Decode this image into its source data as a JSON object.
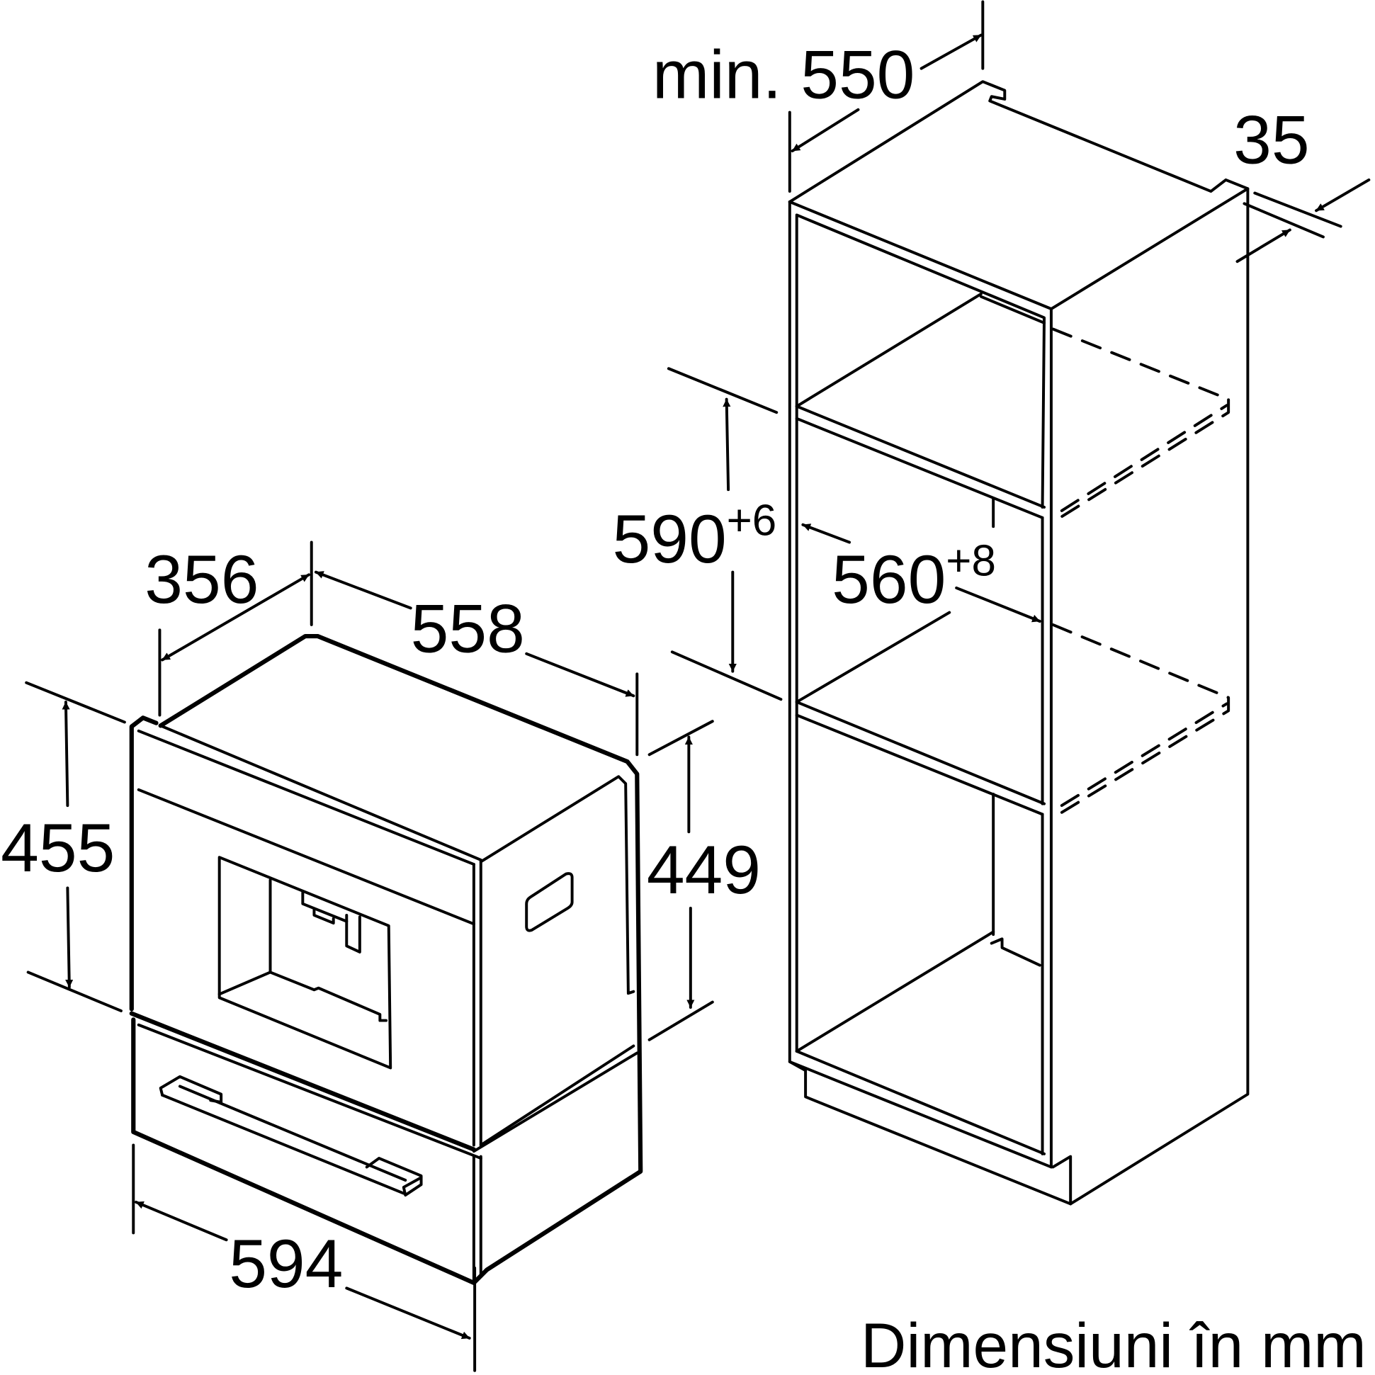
{
  "diagram": {
    "appliance_dimensions": {
      "depth_body": "356",
      "depth_total": "558",
      "height_total": "455",
      "height_body": "449",
      "width": "594"
    },
    "niche_dimensions": {
      "depth_min": "min. 550",
      "offset": "35",
      "niche_height": "590",
      "niche_height_tolerance": "+6",
      "niche_width": "560",
      "niche_width_tolerance": "+8"
    },
    "caption": "Dimensiuni în mm",
    "colors": {
      "line": "#000000",
      "background": "#ffffff"
    }
  }
}
